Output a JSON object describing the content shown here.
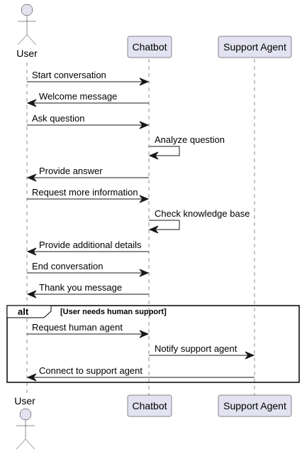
{
  "participants": [
    {
      "id": "user",
      "type": "actor",
      "label": "User"
    },
    {
      "id": "chatbot",
      "type": "participant",
      "label": "Chatbot"
    },
    {
      "id": "agent",
      "type": "participant",
      "label": "Support Agent"
    }
  ],
  "messages": [
    {
      "from": "user",
      "to": "chatbot",
      "label": "Start conversation"
    },
    {
      "from": "chatbot",
      "to": "user",
      "label": "Welcome message"
    },
    {
      "from": "user",
      "to": "chatbot",
      "label": "Ask question"
    },
    {
      "from": "chatbot",
      "to": "chatbot",
      "label": "Analyze question"
    },
    {
      "from": "chatbot",
      "to": "user",
      "label": "Provide answer"
    },
    {
      "from": "user",
      "to": "chatbot",
      "label": "Request more information"
    },
    {
      "from": "chatbot",
      "to": "chatbot",
      "label": "Check knowledge base"
    },
    {
      "from": "chatbot",
      "to": "user",
      "label": "Provide additional details"
    },
    {
      "from": "user",
      "to": "chatbot",
      "label": "End conversation"
    },
    {
      "from": "chatbot",
      "to": "user",
      "label": "Thank you message"
    },
    {
      "from": "user",
      "to": "chatbot",
      "label": "Request human agent"
    },
    {
      "from": "chatbot",
      "to": "agent",
      "label": "Notify support agent"
    },
    {
      "from": "agent",
      "to": "user",
      "label": "Connect to support agent"
    }
  ],
  "fragment": {
    "keyword": "alt",
    "guard": "[User needs human support]"
  },
  "colors": {
    "participant_fill": "#e2e2f0",
    "line": "#181818",
    "background": "#ffffff"
  }
}
